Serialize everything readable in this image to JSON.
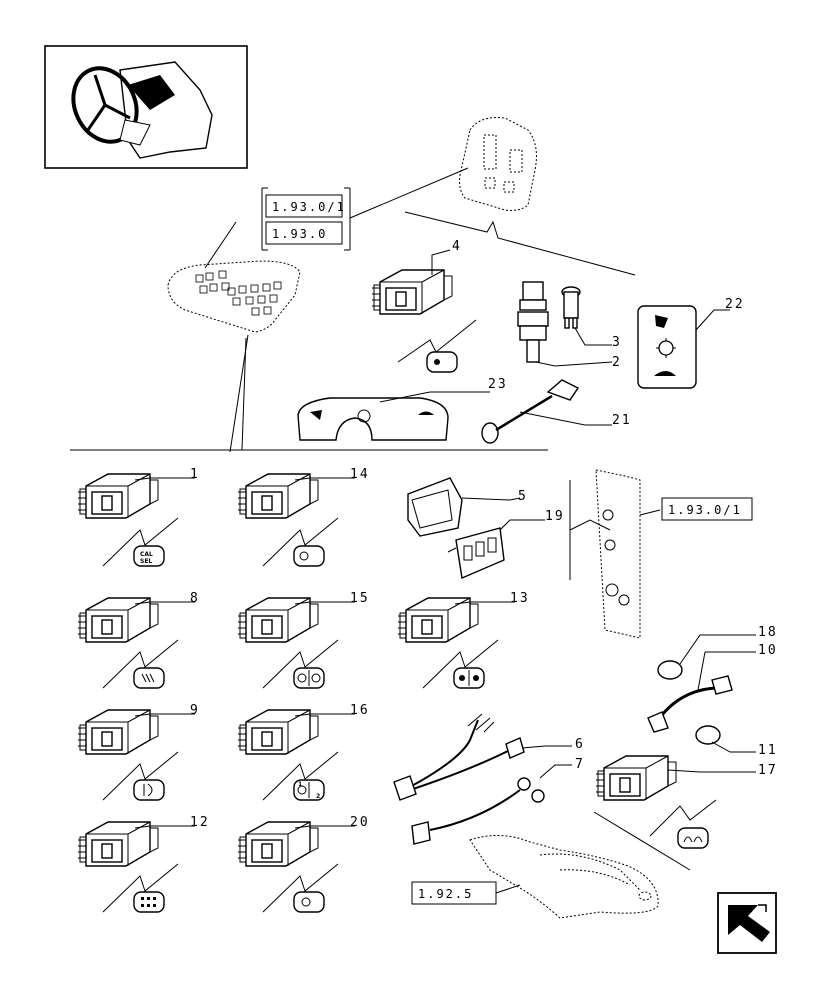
{
  "references": {
    "ref_top_a": "1.93.0/1",
    "ref_top_b": "1.93.0",
    "ref_right": "1.93.0/1",
    "ref_bottom": "1.92.5"
  },
  "callouts": {
    "c1": "1",
    "c2": "2",
    "c3": "3",
    "c4": "4",
    "c5": "5",
    "c6": "6",
    "c7": "7",
    "c8": "8",
    "c9": "9",
    "c10": "10",
    "c11": "11",
    "c12": "12",
    "c13": "13",
    "c14": "14",
    "c15": "15",
    "c16": "16",
    "c17": "17",
    "c18": "18",
    "c19": "19",
    "c20": "20",
    "c21": "21",
    "c22": "22",
    "c23": "23"
  },
  "icons": {
    "cal_sel_1": "CAL",
    "cal_sel_2": "SEL",
    "pto_1": "1",
    "pto_2": "2"
  },
  "nav": {
    "next_page": "next-page-arrow-icon"
  }
}
